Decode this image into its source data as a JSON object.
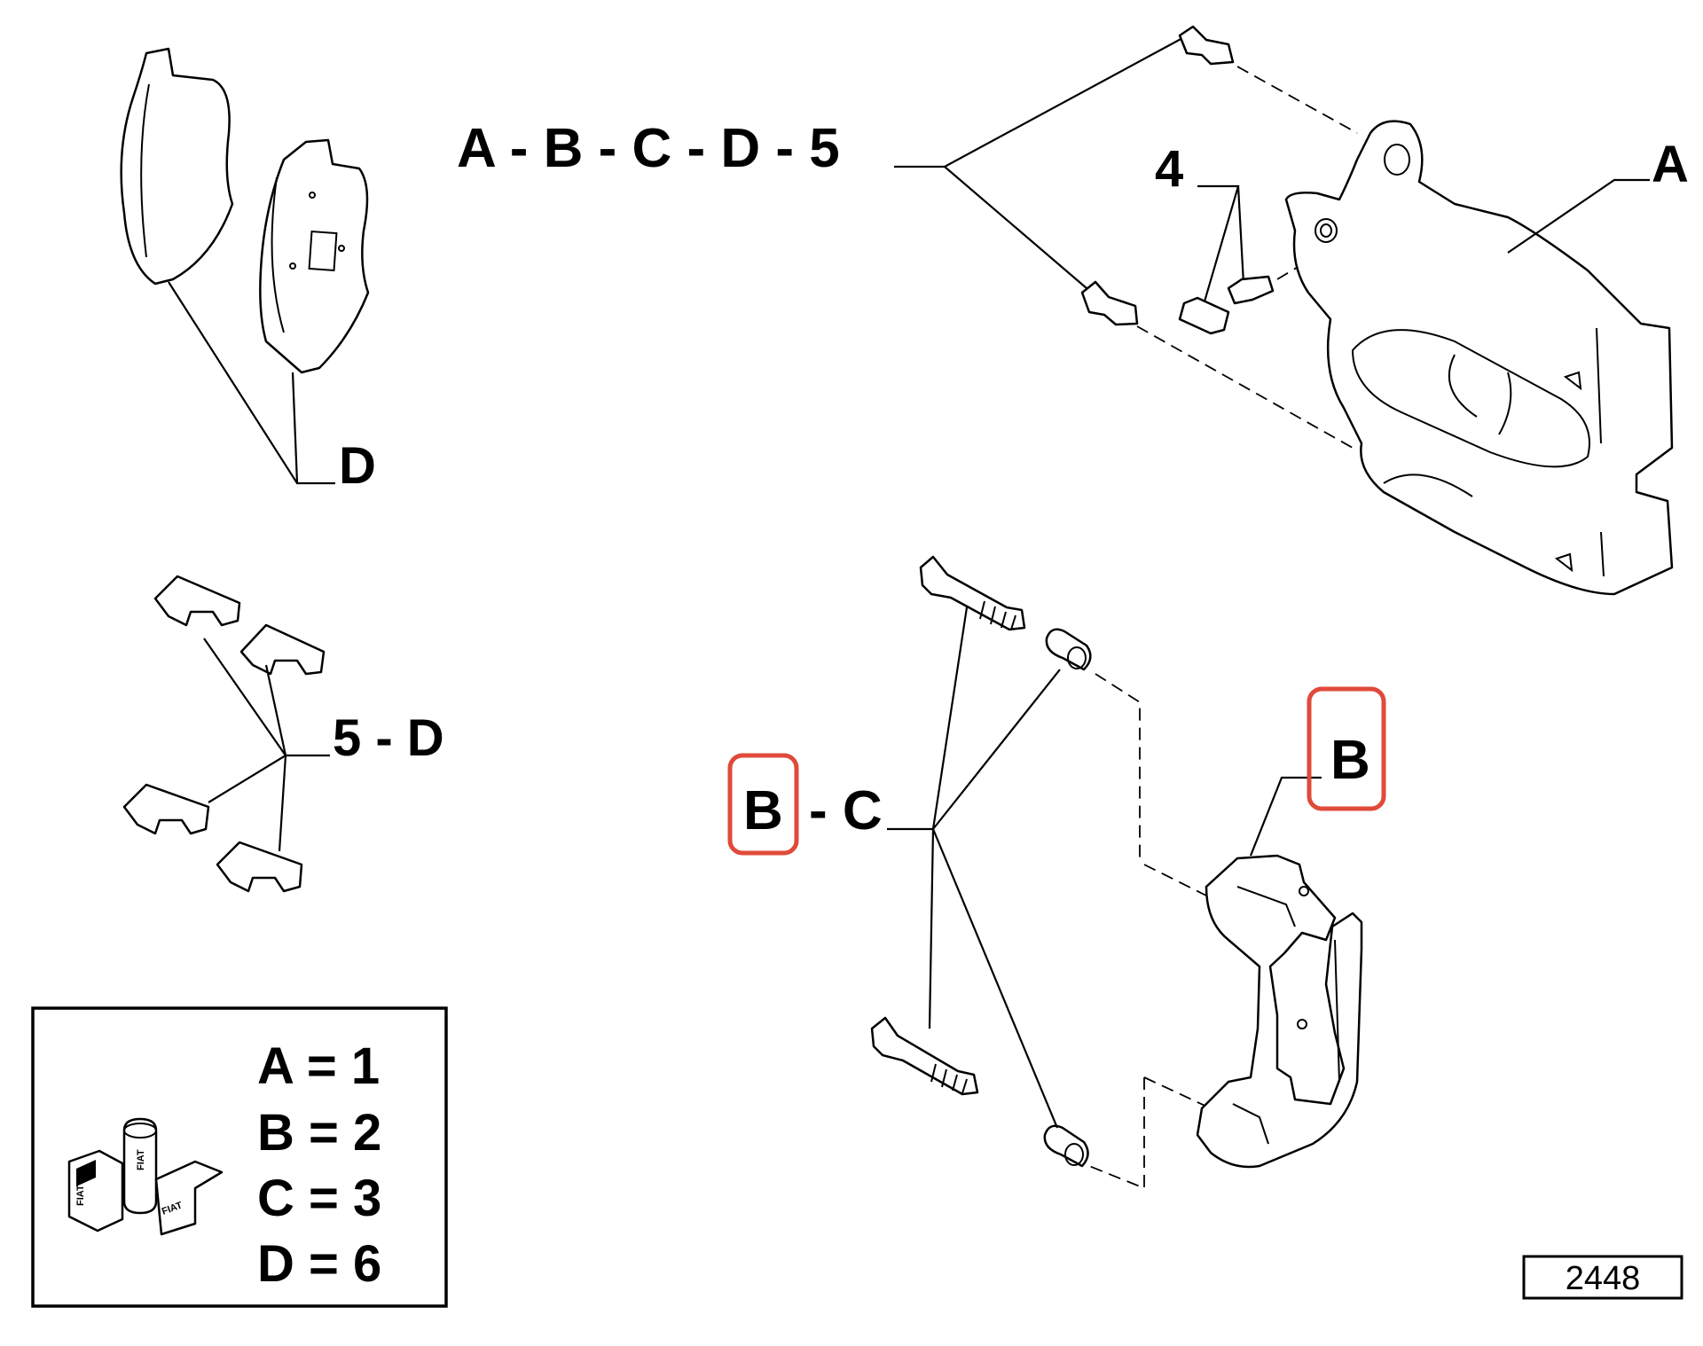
{
  "labels": {
    "abcd5": "A - B - C - D - 5",
    "four": "4",
    "a": "A",
    "d": "D",
    "fived": "5 - D",
    "b_part": "B",
    "bc_b": "B",
    "bc_rest": "- C"
  },
  "legend": [
    {
      "text": "A = 1"
    },
    {
      "text": "B = 2"
    },
    {
      "text": "C = 3"
    },
    {
      "text": "D = 6"
    }
  ],
  "logo_text": "FIAT",
  "ref_number": "2448",
  "highlight_color": "#e04a3a"
}
